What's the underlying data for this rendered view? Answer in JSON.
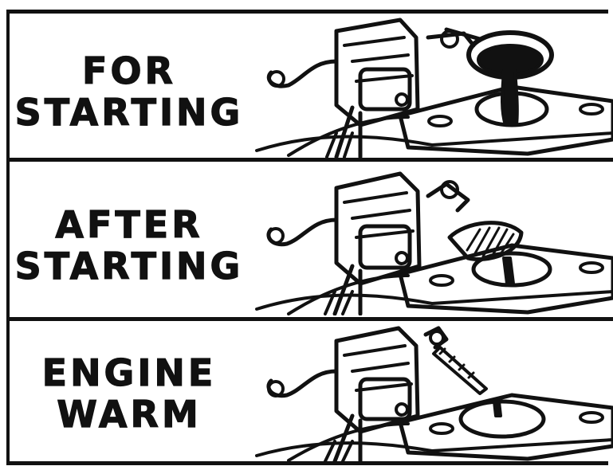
{
  "panels": [
    {
      "label_line1": "FOR",
      "label_line2": "STARTING",
      "choke_state": "closed"
    },
    {
      "label_line1": "AFTER",
      "label_line2": "STARTING",
      "choke_state": "partly-open"
    },
    {
      "label_line1": "ENGINE",
      "label_line2": "WARM",
      "choke_state": "open"
    }
  ],
  "colors": {
    "ink": "#111111",
    "paper": "#ffffff"
  }
}
